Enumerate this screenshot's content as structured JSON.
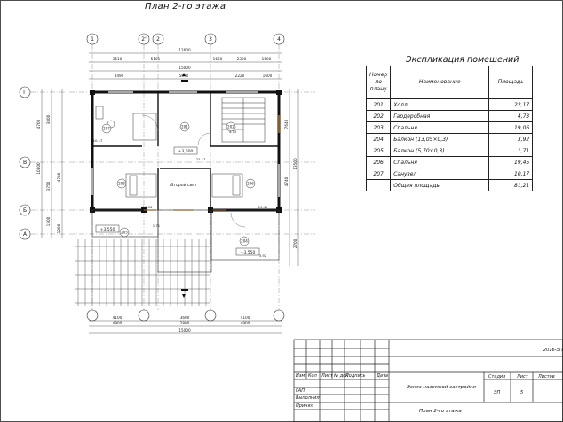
{
  "plan_title": "План 2-го этажа",
  "table": {
    "title": "Экспликация помещений",
    "headers": [
      "Номер по плану",
      "Наименование",
      "Площадь"
    ],
    "rows": [
      [
        "201",
        "Холл",
        "22,17"
      ],
      [
        "202",
        "Гардеробная",
        "4,73"
      ],
      [
        "203",
        "Спальня",
        "19,06"
      ],
      [
        "204",
        "Балкон (13,05×0,3)",
        "3,92"
      ],
      [
        "205",
        "Балкон (5,70×0,3)",
        "1,71"
      ],
      [
        "206",
        "Спальня",
        "19,45"
      ],
      [
        "207",
        "Санузел",
        "10,17"
      ],
      [
        "",
        "Общая площадь",
        "81,21"
      ]
    ]
  },
  "axes": {
    "vertical": [
      "1",
      "2'",
      "2",
      "3",
      "4"
    ],
    "horizontal": [
      "Г",
      "В",
      "Б",
      "А"
    ]
  },
  "dims_top": [
    "12600",
    "3510",
    "5101",
    "1660",
    "2320",
    "1600",
    "3490",
    "5090",
    "2220",
    "1600",
    "15000"
  ],
  "dims_bottom": [
    "4100",
    "3600",
    "4100",
    "4900",
    "2800",
    "4900",
    "15000"
  ],
  "dims_left": [
    "4700",
    "3800",
    "10800",
    "3750",
    "4780",
    "1500",
    "1200"
  ],
  "dims_right": [
    "7640",
    "4740",
    "13500",
    "2700"
  ],
  "room_labels": [
    "201",
    "202",
    "203",
    "206",
    "207",
    "204",
    "205"
  ],
  "areas_on_plan": [
    "10.17",
    "4.73",
    "22.17",
    "19.06",
    "19.45",
    "1.71",
    "3.92"
  ],
  "levels": [
    "+3,600",
    "+3,550",
    "+3,550"
  ],
  "light_well": "Второй свет",
  "stamp": {
    "code": "2016-ЭП",
    "cols": [
      "Изм",
      "Кол",
      "Лист",
      "№ док",
      "Подпись",
      "Дата"
    ],
    "roles": [
      "ГАП",
      "Выполнил",
      "Принял"
    ],
    "project": "Эскиз наземной застройки",
    "sheet_title": "План 2-го этажа",
    "headers": [
      "Стадия",
      "Лист",
      "Листов"
    ],
    "values": [
      "ЭП",
      "5",
      ""
    ]
  }
}
